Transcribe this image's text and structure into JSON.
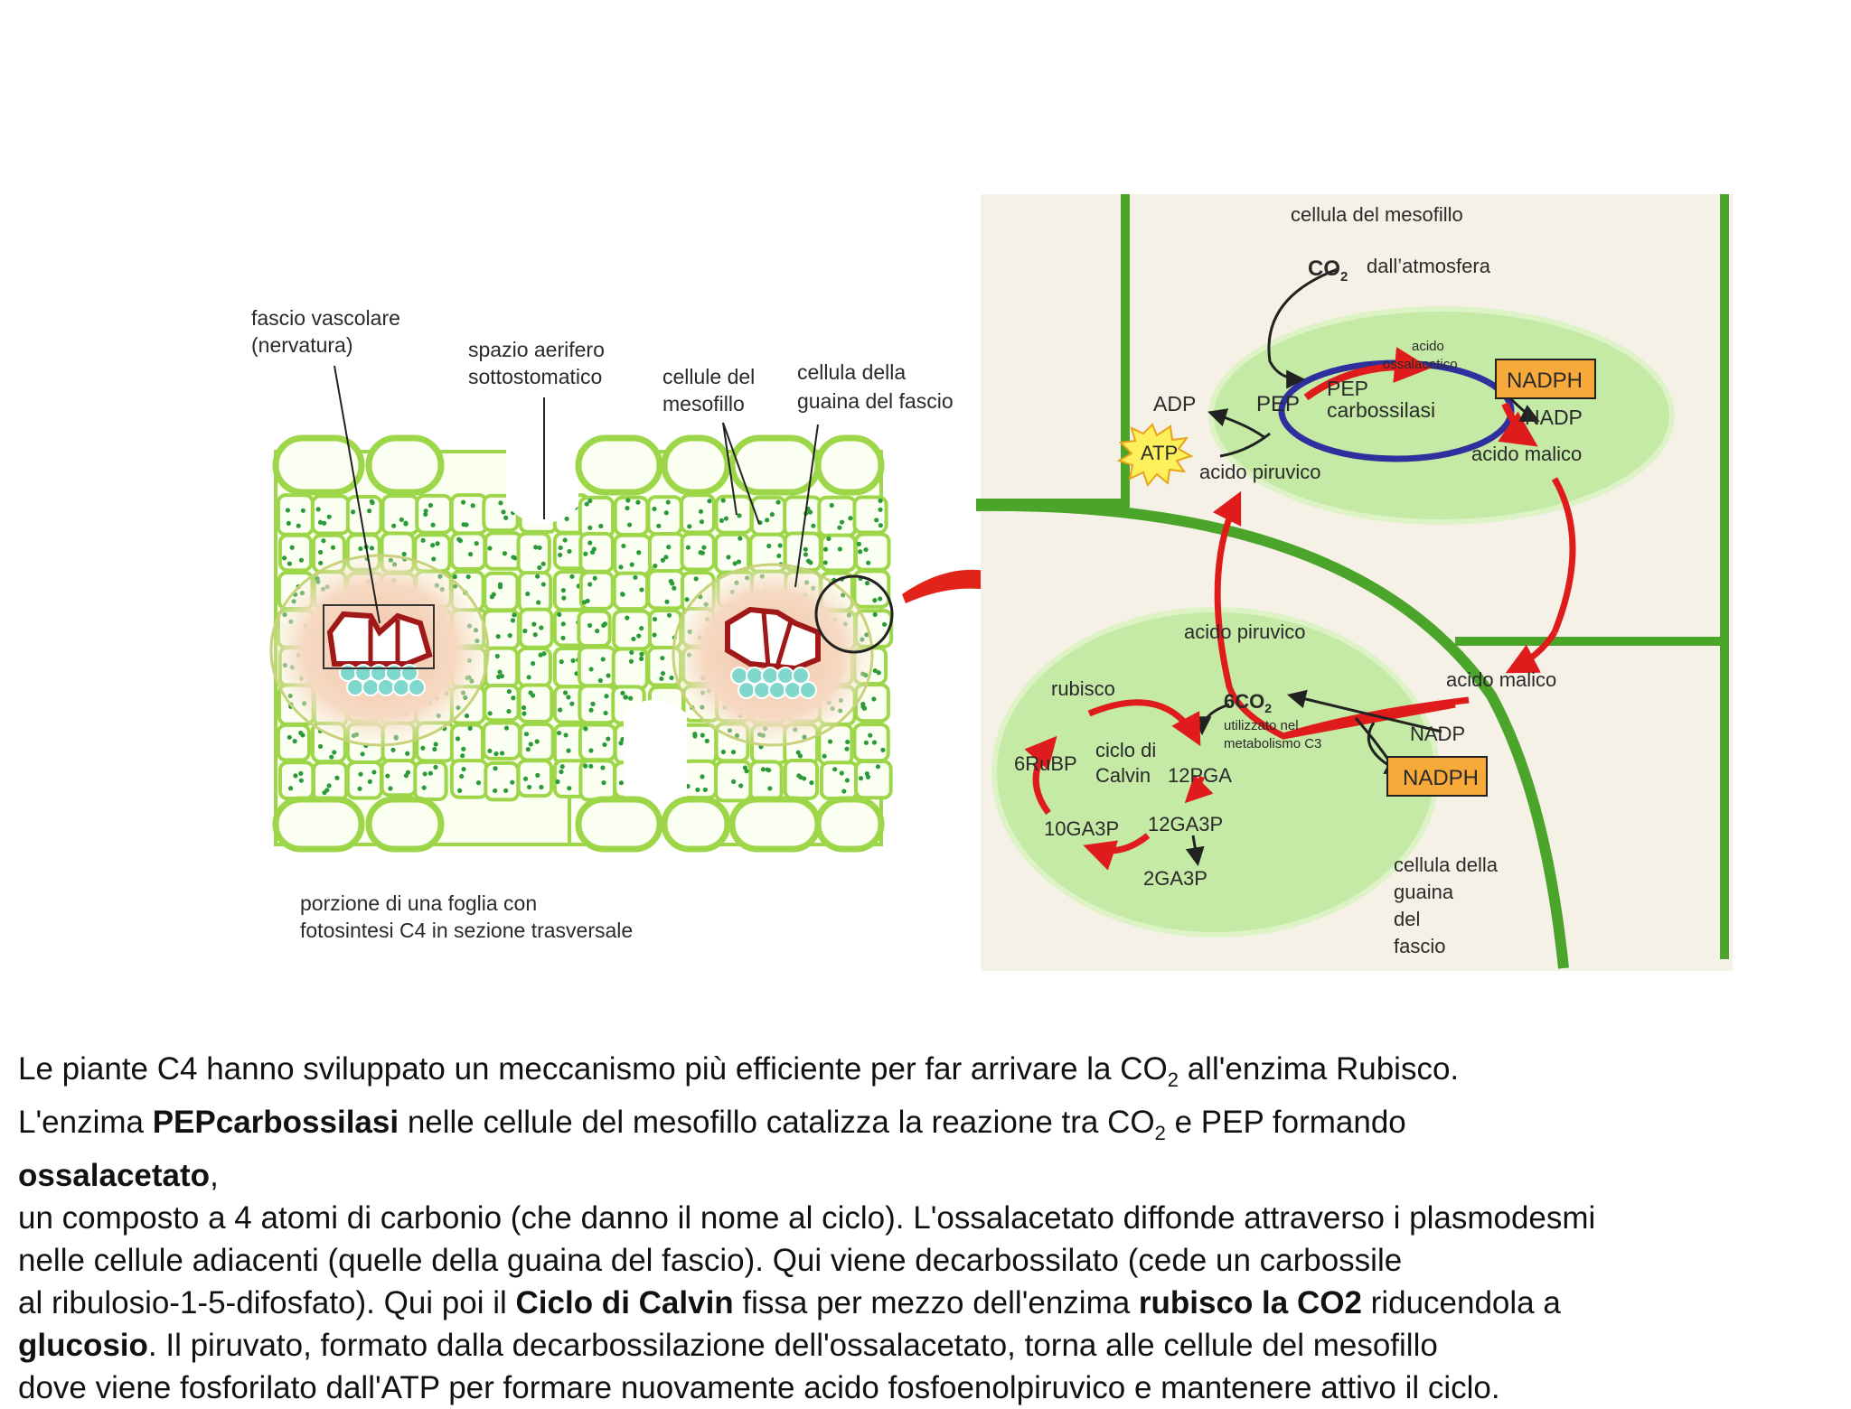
{
  "leaf_labels": {
    "vascular_bundle": [
      "fascio vascolare",
      "(nervatura)"
    ],
    "air_space": [
      "spazio aerifero",
      "sottostomatico"
    ],
    "mesophyll_cells": [
      "cellule del",
      "mesofillo"
    ],
    "sheath_cell": [
      "cellula della",
      "guaina del fascio"
    ],
    "caption": [
      "porzione di una foglia con",
      "fotosintesi C4 in sezione trasversale"
    ]
  },
  "pathway": {
    "mesophyll_cell": "cellula del mesofillo",
    "co2": "CO",
    "co2_sub": "2",
    "co2_source": "dall’atmosfera",
    "oxaloacetic": [
      "acido",
      "ossalacetico"
    ],
    "nadph_top": "NADPH",
    "nadp_top": "NADP",
    "adp": "ADP",
    "atp": "ATP",
    "pep": "PEP",
    "pep_carboxylase": [
      "PEP",
      "carbossilasi"
    ],
    "malic_top": "acido malico",
    "pyruvic_top": "acido piruvico",
    "pyruvic_bottom": "acido piruvico",
    "malic_bottom": "acido malico",
    "rubisco": "rubisco",
    "six_co2": "6CO",
    "six_co2_sub": "2",
    "used_in": [
      "utilizzato nel",
      "metabolismo C3"
    ],
    "nadp_bottom": "NADP",
    "nadph_bottom": "NADPH",
    "calvin": [
      "ciclo di",
      "Calvin"
    ],
    "rubp": "6RuBP",
    "pga": "12PGA",
    "ga3p10": "10GA3P",
    "ga3p12": "12GA3P",
    "ga3p2": "2GA3P",
    "sheath_label": [
      "cellula della",
      "guaina",
      "del",
      "fascio"
    ]
  },
  "text": {
    "p1_a": "Le piante C4 hanno sviluppato un meccanismo più efficiente per far arrivare la CO",
    "p1_sub": "2",
    "p1_b": " all'enzima Rubisco.",
    "p2_a": "L'enzima ",
    "p2_bold": "PEPcarbossilasi",
    "p2_b": " nelle cellule del mesofillo catalizza la reazione tra CO",
    "p2_sub": "2",
    "p2_c": " e PEP formando",
    "p3_bold": "ossalacetato",
    "p3_b": ",",
    "p4": "un composto a 4 atomi di carbonio (che danno il nome al ciclo). L'ossalacetato diffonde attraverso i plasmodesmi",
    "p5": "nelle cellule adiacenti (quelle della guaina del fascio). Qui viene decarbossilato (cede un carbossile",
    "p6_a": "al ribulosio-1-5-difosfato). Qui poi il ",
    "p6_bold1": "Ciclo di Calvin",
    "p6_b": " fissa per mezzo dell'enzima ",
    "p6_bold2": "rubisco la CO2",
    "p6_c": " riducendola a",
    "p7_bold": "glucosio",
    "p7_b": ". Il piruvato, formato dalla decarbossilazione dell'ossalacetato, torna alle cellule del mesofillo",
    "p8": "dove viene fosforilato dall'ATP per formare nuovamente acido fosfoenolpiruvico e mantenere attivo il ciclo."
  },
  "colors": {
    "cell_green": "#9ed64a",
    "chloroplast": "#2a9a3a",
    "wall_green": "#4aa52a",
    "panel_bg": "#f6f1e6",
    "oval_fill": "#c4eaa6",
    "arrow_red": "#e01b1b",
    "enzyme_blue": "#2f2f9e",
    "box_orange": "#f7a93a",
    "xylem_red": "#a01818",
    "phloem_teal": "#7fd8cc"
  }
}
